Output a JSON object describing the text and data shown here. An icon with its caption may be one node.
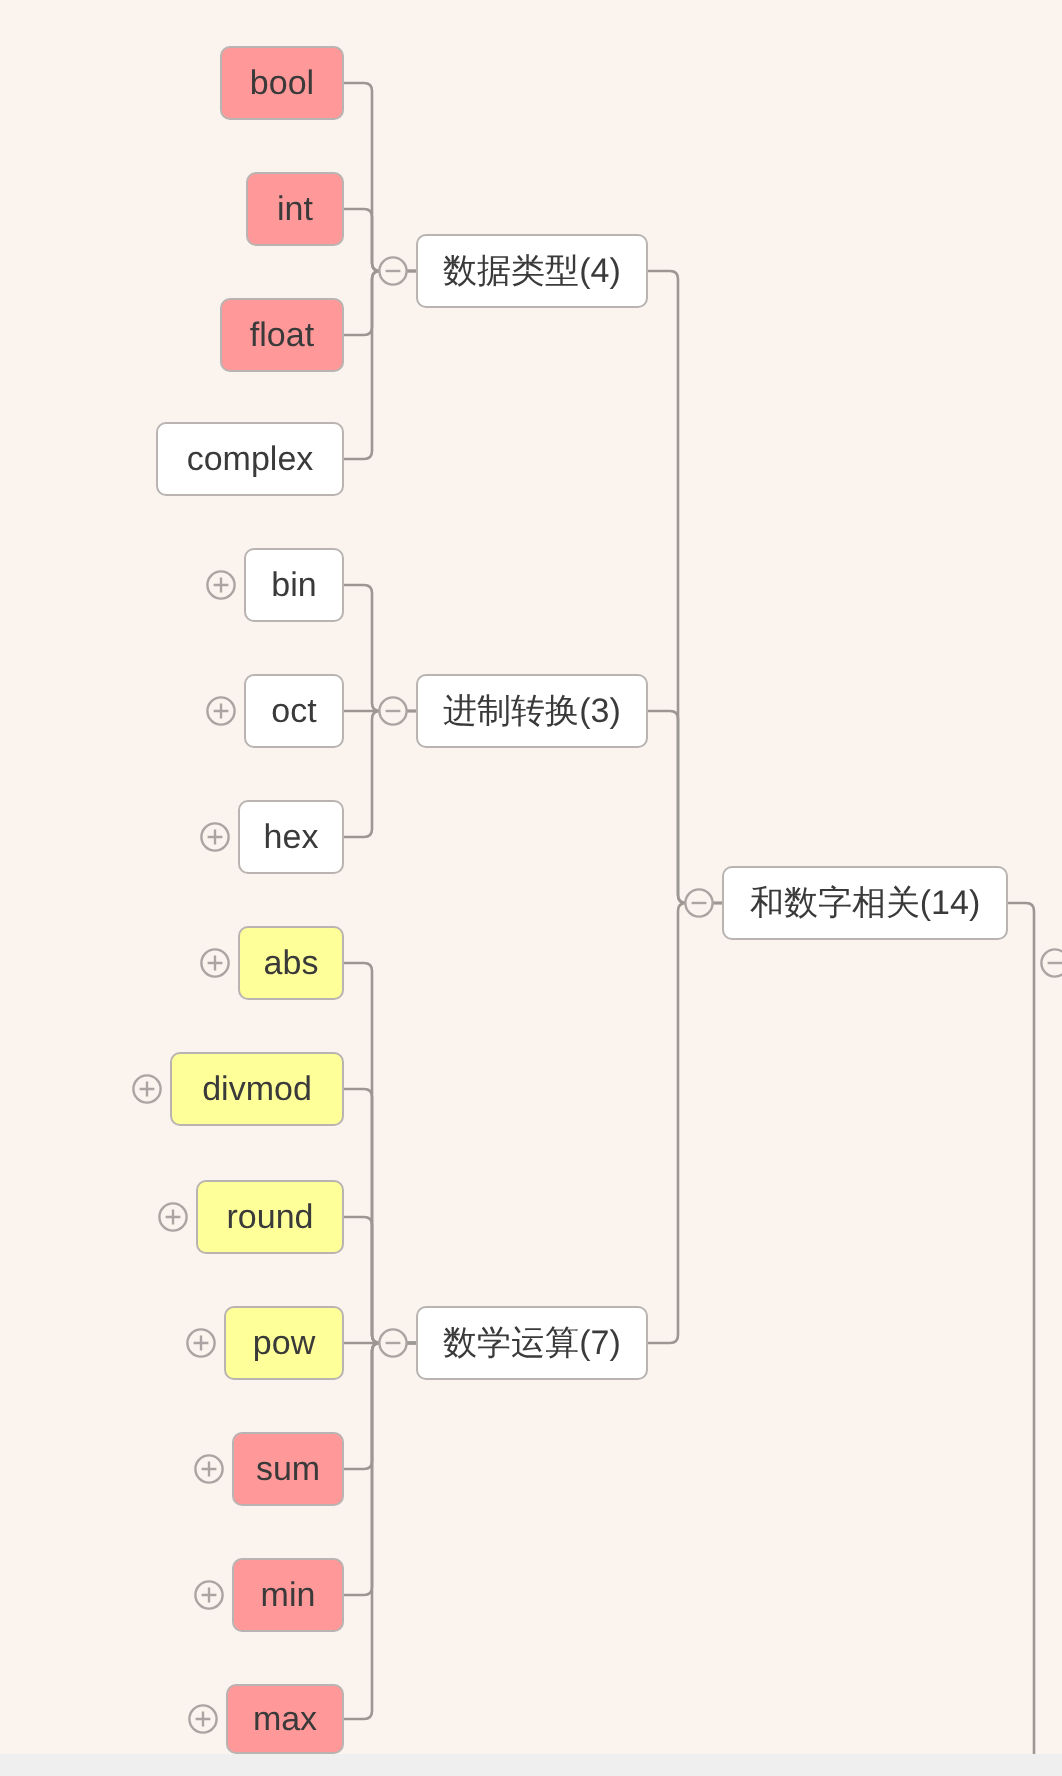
{
  "diagram": {
    "nodes": [
      {
        "text": [
          "bool"
        ]
      },
      {
        "text": [
          "int"
        ]
      },
      {
        "text": [
          "数据类型(4)"
        ]
      },
      {
        "text": [
          "float"
        ]
      },
      {
        "text": [
          "complex"
        ]
      },
      {
        "text": [
          "bin"
        ]
      },
      {
        "text": [
          "oct"
        ]
      },
      {
        "text": [
          "进制转换(3)"
        ]
      },
      {
        "text": [
          "hex"
        ]
      },
      {
        "text": [
          "和数字相关(14)"
        ]
      },
      {
        "text": [
          "abs"
        ]
      },
      {
        "text": [
          "divmod"
        ]
      },
      {
        "text": [
          "round"
        ]
      },
      {
        "text": [
          "pow"
        ]
      },
      {
        "text": [
          "数学运算(7)"
        ]
      },
      {
        "text": [
          "sum"
        ]
      },
      {
        "text": [
          "min"
        ]
      },
      {
        "text": [
          "max"
        ]
      }
    ],
    "edges": [
      {
        "from": 2,
        "to": 0,
        "arrow": "none"
      },
      {
        "from": 2,
        "to": 1,
        "arrow": "none"
      },
      {
        "from": 2,
        "to": 3,
        "arrow": "none"
      },
      {
        "from": 2,
        "to": 4,
        "arrow": "none"
      },
      {
        "from": 7,
        "to": 5,
        "arrow": "none"
      },
      {
        "from": 7,
        "to": 6,
        "arrow": "none"
      },
      {
        "from": 7,
        "to": 8,
        "arrow": "none"
      },
      {
        "from": 14,
        "to": 10,
        "arrow": "none"
      },
      {
        "from": 14,
        "to": 11,
        "arrow": "none"
      },
      {
        "from": 14,
        "to": 12,
        "arrow": "none"
      },
      {
        "from": 14,
        "to": 13,
        "arrow": "none"
      },
      {
        "from": 14,
        "to": 15,
        "arrow": "none"
      },
      {
        "from": 14,
        "to": 16,
        "arrow": "none"
      },
      {
        "from": 14,
        "to": 17,
        "arrow": "none"
      },
      {
        "from": 9,
        "to": 2,
        "arrow": "none"
      },
      {
        "from": 9,
        "to": 7,
        "arrow": "none"
      },
      {
        "from": 9,
        "to": 14,
        "arrow": "none"
      },
      {
        "from": 9,
        "to": null,
        "arrow": "none"
      }
    ]
  }
}
